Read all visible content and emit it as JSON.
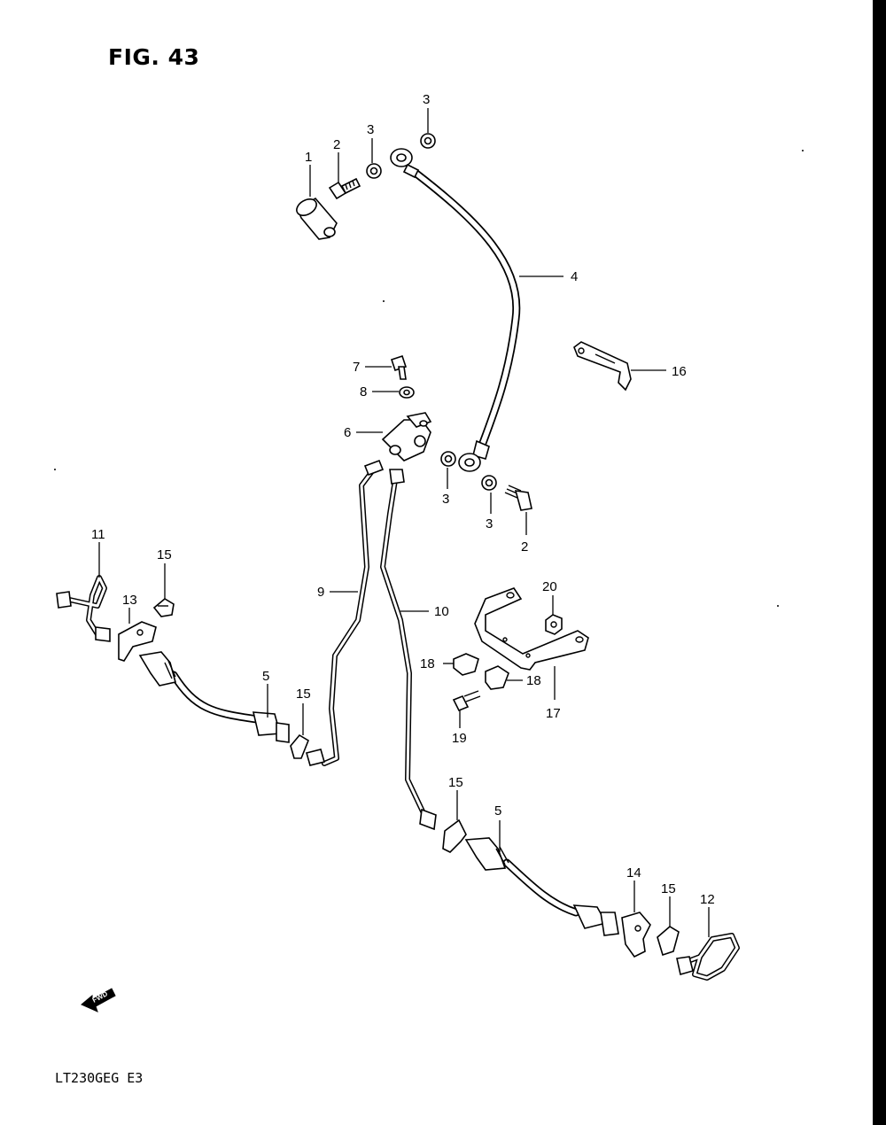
{
  "figure_title": "FIG. 43",
  "model_code": "LT230GEG  E3",
  "fwd_label": "FWD",
  "callouts": {
    "c1": "1",
    "c2a": "2",
    "c2b": "2",
    "c3a": "3",
    "c3b": "3",
    "c3c": "3",
    "c3d": "3",
    "c4": "4",
    "c5a": "5",
    "c5b": "5",
    "c6": "6",
    "c7": "7",
    "c8": "8",
    "c9": "9",
    "c10": "10",
    "c11": "11",
    "c12": "12",
    "c13": "13",
    "c14": "14",
    "c15a": "15",
    "c15b": "15",
    "c15c": "15",
    "c15d": "15",
    "c16": "16",
    "c17": "17",
    "c18a": "18",
    "c18b": "18",
    "c19": "19",
    "c20": "20"
  }
}
